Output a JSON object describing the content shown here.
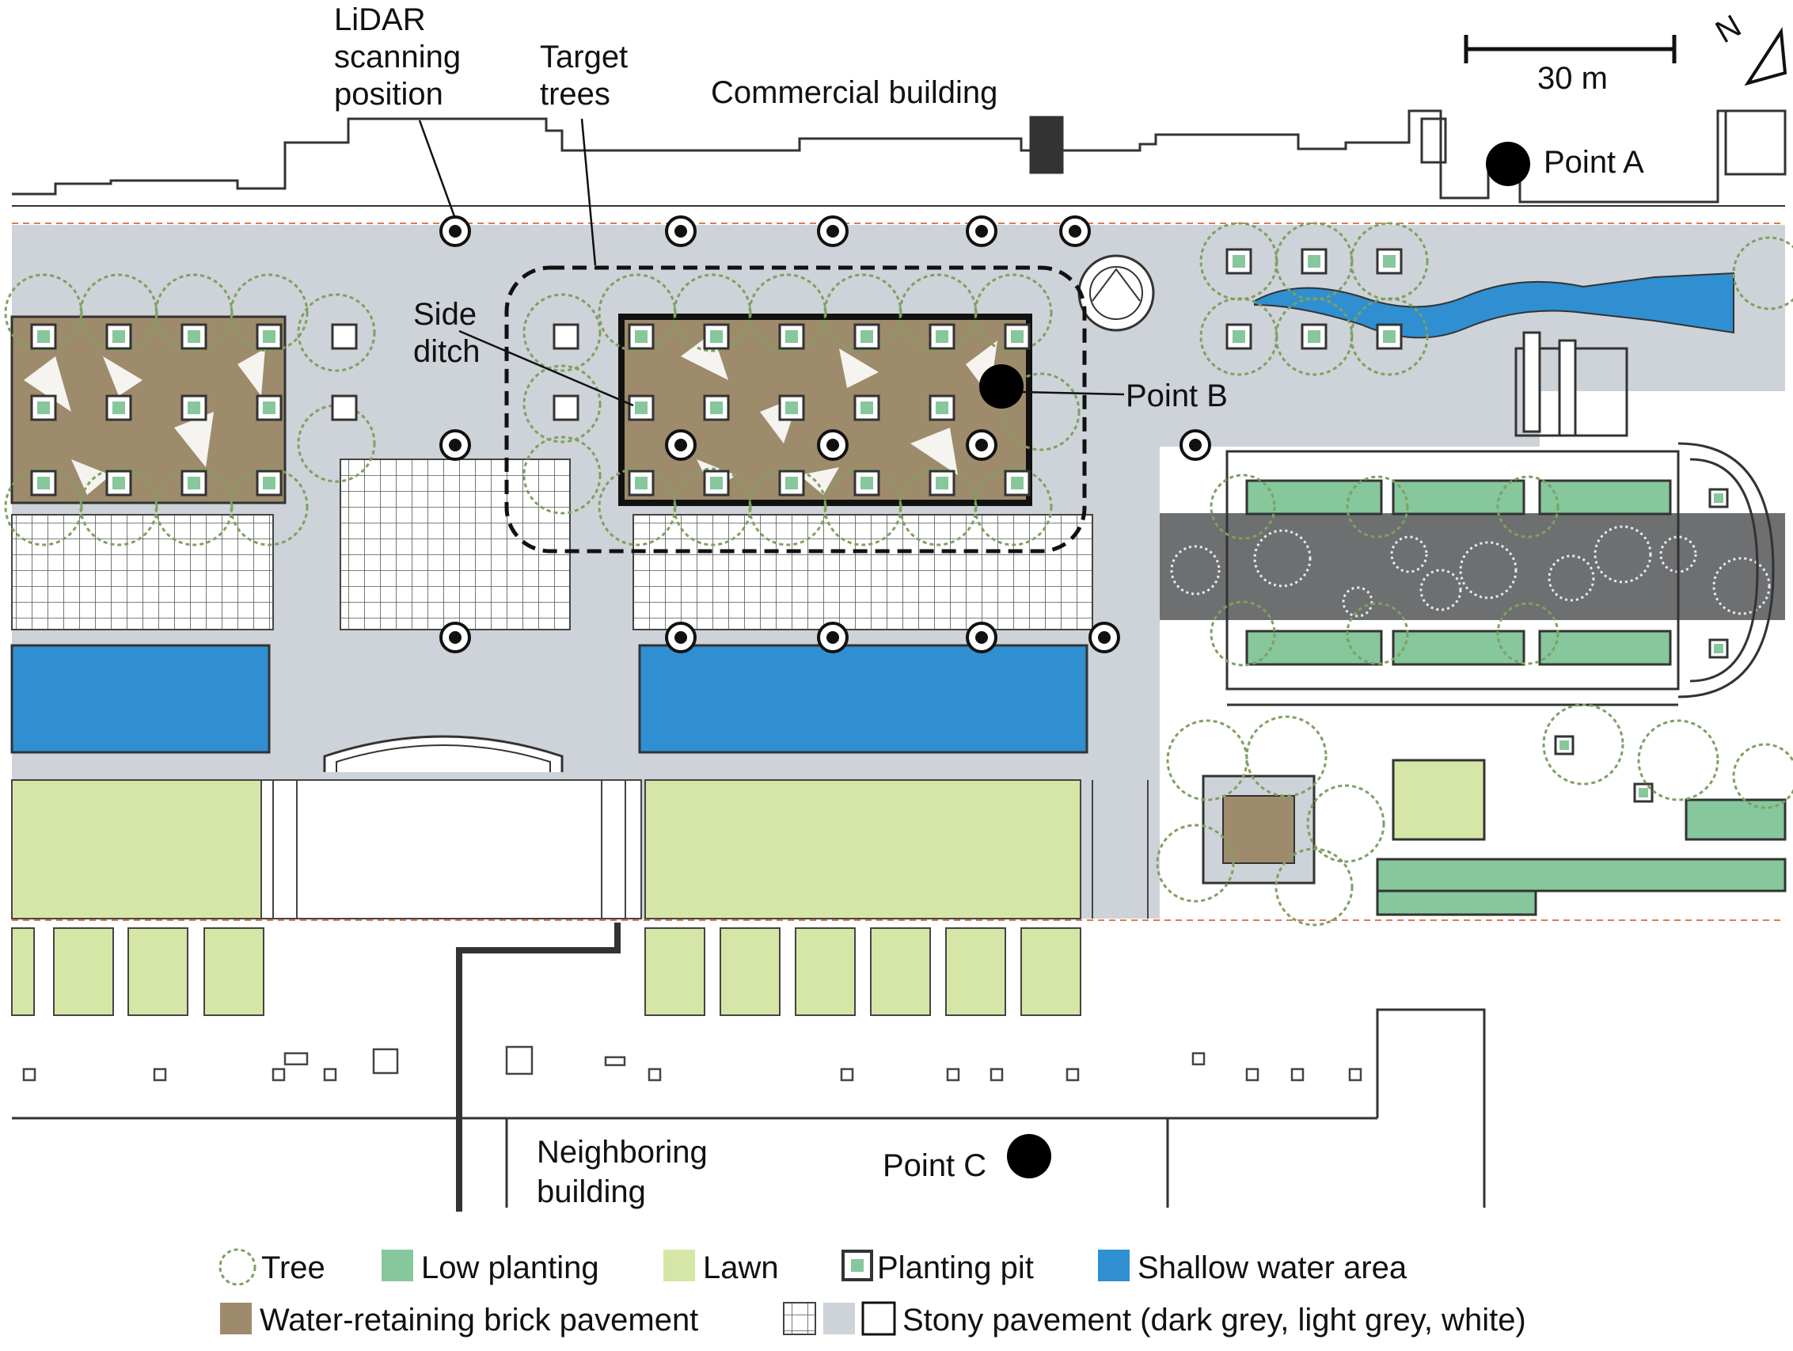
{
  "labels": {
    "lidar_line1": "LiDAR",
    "lidar_line2": "scanning",
    "lidar_line3": "position",
    "target_line1": "Target",
    "target_line2": "trees",
    "commercial": "Commercial building",
    "side_line1": "Side",
    "side_line2": "ditch",
    "point_a": "Point A",
    "point_b": "Point B",
    "point_c": "Point C",
    "neighbor_line1": "Neighboring",
    "neighbor_line2": "building"
  },
  "scale_bar": {
    "label": "30 m",
    "length_m": 30
  },
  "north_arrow": {
    "letter": "N"
  },
  "legend": {
    "tree": "Tree",
    "low_planting": "Low planting",
    "lawn": "Lawn",
    "planting_pit": "Planting pit",
    "shallow_water": "Shallow water area",
    "brick": "Water-retaining brick pavement",
    "stony": "Stony pavement (dark grey, light grey, white)"
  },
  "colors": {
    "light_grey": "#cdd3d8",
    "dark_grey": "#6d6f71",
    "water": "#2f8fd0",
    "lawn": "#d6e6a6",
    "low_planting": "#86c79c",
    "brick": "#9d8b6c",
    "tree": "#7fa060"
  }
}
